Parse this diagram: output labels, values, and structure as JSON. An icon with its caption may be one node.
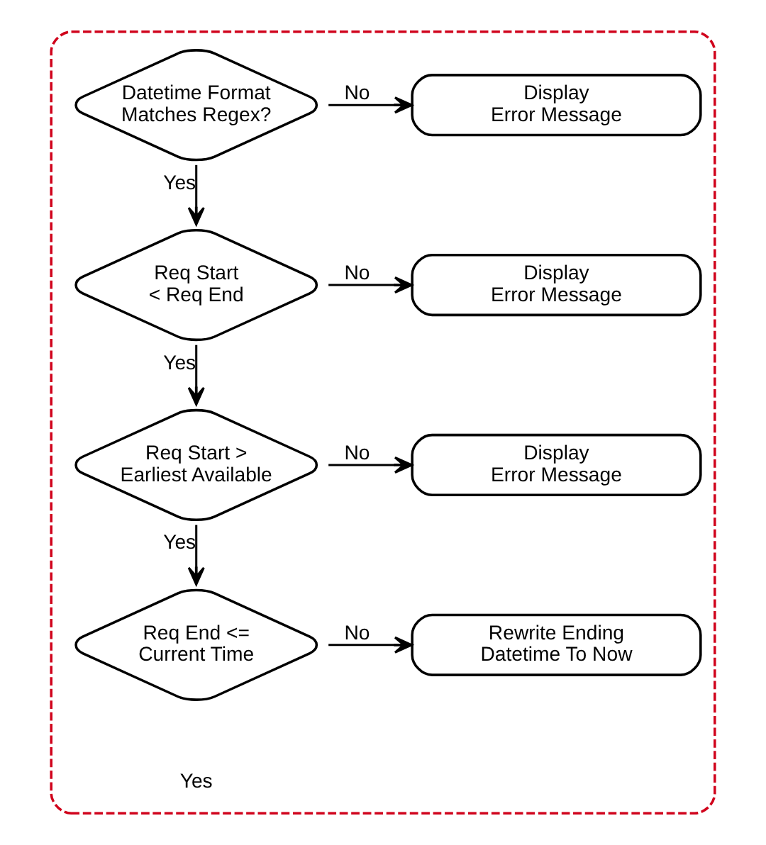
{
  "diagram": {
    "nodes": [
      {
        "text": [],
        "shape": "box"
      },
      {
        "text": [
          "Datetime Format Matches Regex?"
        ],
        "in": 0
      },
      {
        "text": [
          "Display Error Message"
        ],
        "in": 0
      },
      {
        "text": [
          "Req Start < Req End"
        ],
        "in": 0
      },
      {
        "text": [
          "Display Error Message"
        ],
        "in": 0
      },
      {
        "text": [
          "Req Start > Earliest Available"
        ],
        "in": 0
      },
      {
        "text": [
          "Display Error Message"
        ],
        "in": 0
      },
      {
        "text": [
          "Req End <= Current Time"
        ],
        "in": 0
      },
      {
        "text": [
          "Rewrite Ending Datetime To Now"
        ],
        "in": 0
      }
    ],
    "edges": [
      {
        "from": 1,
        "to": 2,
        "arrow": "to",
        "label": "No"
      },
      {
        "from": 1,
        "to": 3,
        "arrow": "to",
        "label": "Yes"
      },
      {
        "from": 3,
        "to": 4,
        "arrow": "to",
        "label": "No"
      },
      {
        "from": 3,
        "to": 5,
        "arrow": "to",
        "label": "Yes"
      },
      {
        "from": 5,
        "to": 6,
        "arrow": "to",
        "label": "No"
      },
      {
        "from": 5,
        "to": 7,
        "arrow": "to",
        "label": "Yes"
      },
      {
        "from": 7,
        "to": 8,
        "arrow": "to",
        "label": "No"
      }
    ],
    "labels": [
      "Yes"
    ]
  }
}
